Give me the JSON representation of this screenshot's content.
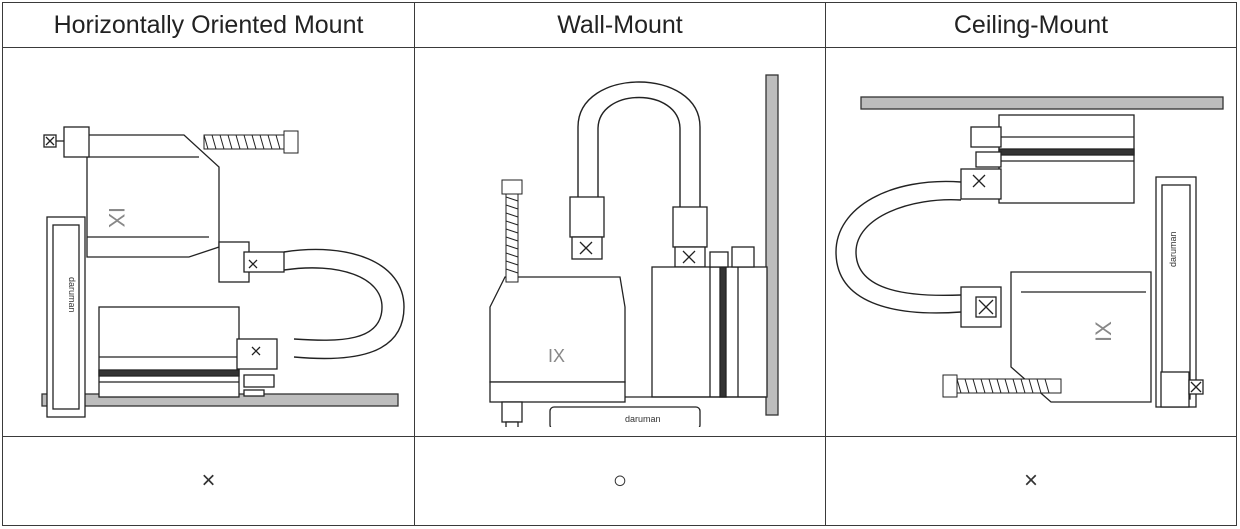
{
  "table": {
    "headers": [
      "Horizontally Oriented Mount",
      "Wall-Mount",
      "Ceiling-Mount"
    ],
    "results": [
      "×",
      "○",
      "×"
    ]
  },
  "figures": {
    "horizontal": {
      "brand_text": "IX",
      "cable_label": "daruman"
    },
    "wall": {
      "brand_text": "IX",
      "cable_label": "daruman"
    },
    "ceiling": {
      "brand_text": "IX",
      "cable_label": "daruman"
    }
  }
}
